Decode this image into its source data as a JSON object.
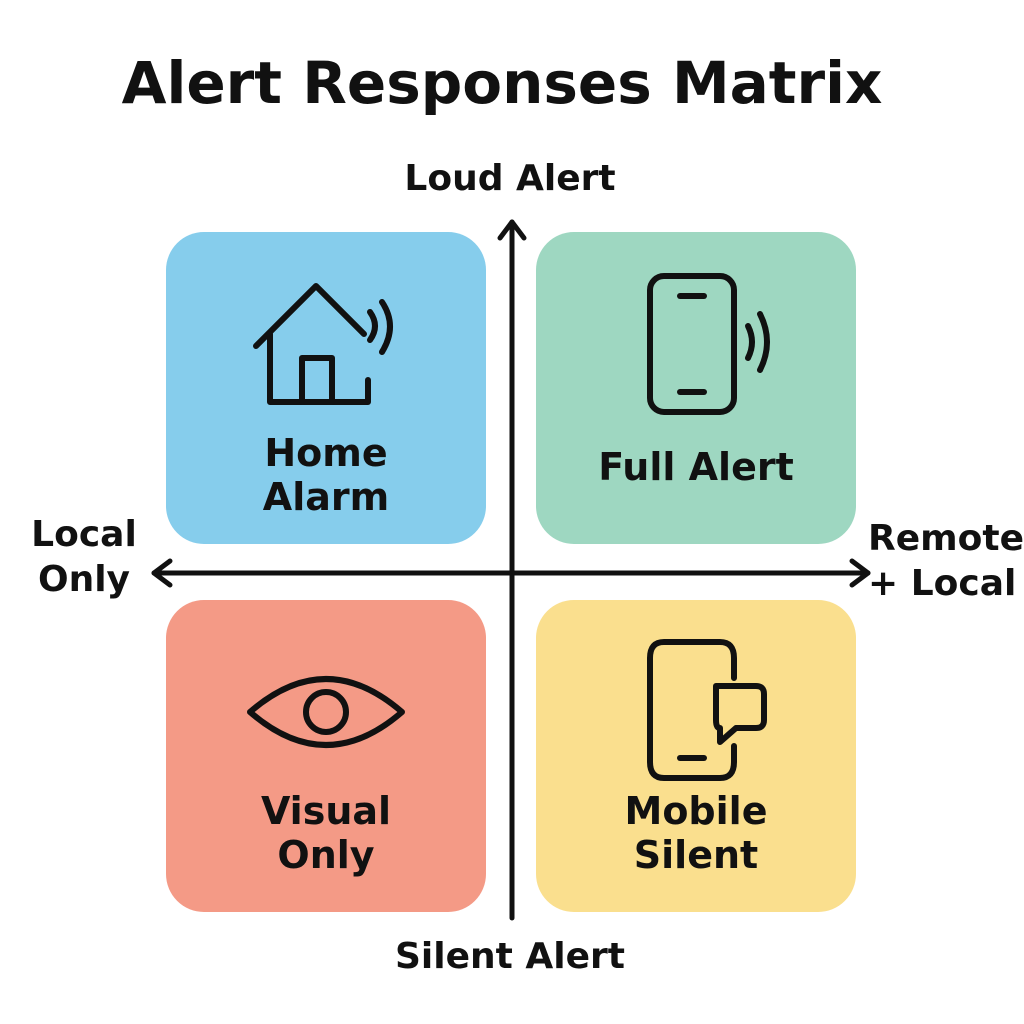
{
  "title": "Alert Responses Matrix",
  "axes": {
    "top": "Loud Alert",
    "bottom": "Silent Alert",
    "left": "Local\nOnly",
    "right": "Remote\n+ Local"
  },
  "quadrants": {
    "top_left": {
      "label": "Home\nAlarm",
      "color": "#86CDEC",
      "icon": "house-sound-icon"
    },
    "top_right": {
      "label": "Full Alert",
      "color": "#9ED7C1",
      "icon": "phone-vibrate-icon"
    },
    "bottom_left": {
      "label": "Visual\nOnly",
      "color": "#F49A86",
      "icon": "eye-icon"
    },
    "bottom_right": {
      "label": "Mobile\nSilent",
      "color": "#FADF8E",
      "icon": "phone-message-icon"
    }
  }
}
